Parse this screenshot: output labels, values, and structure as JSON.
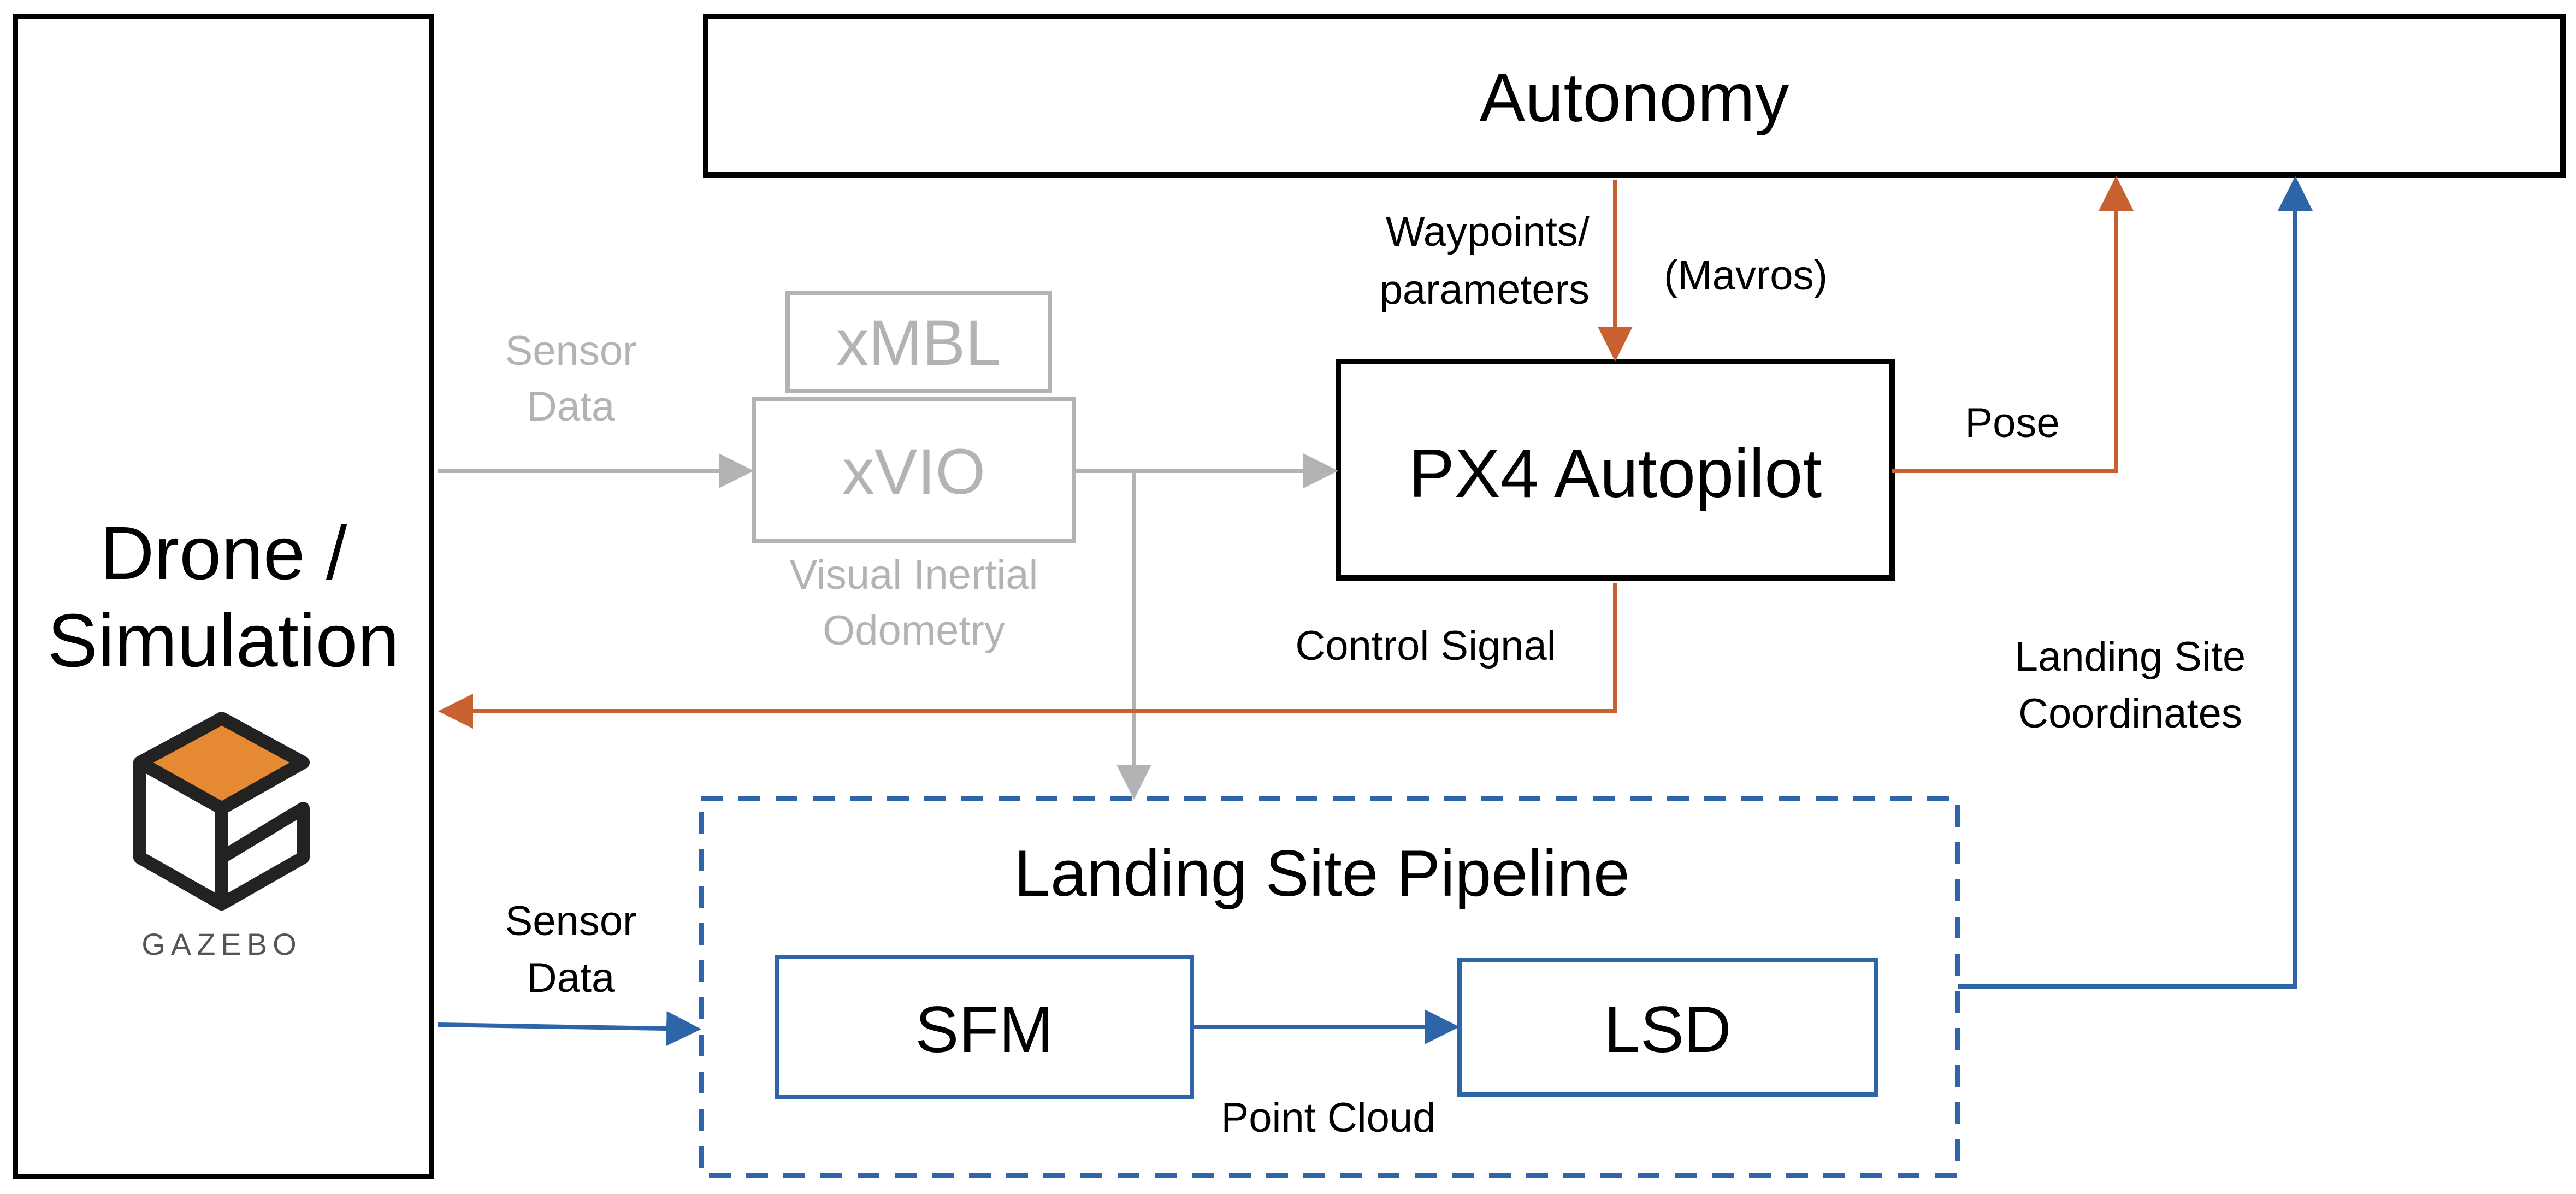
{
  "blocks": {
    "drone": {
      "line1": "Drone /",
      "line2": "Simulation"
    },
    "autonomy": "Autonomy",
    "xmbl": "xMBL",
    "xvio": "xVIO",
    "xvio_caption": {
      "line1": "Visual Inertial",
      "line2": "Odometry"
    },
    "px4": "PX4 Autopilot",
    "pipeline_title": "Landing Site Pipeline",
    "sfm": "SFM",
    "lsd": "LSD"
  },
  "labels": {
    "sensor_data_grey": {
      "line1": "Sensor",
      "line2": "Data"
    },
    "sensor_data_blue": {
      "line1": "Sensor",
      "line2": "Data"
    },
    "waypoints": {
      "line1": "Waypoints/",
      "line2": "parameters"
    },
    "mavros": "(Mavros)",
    "pose": "Pose",
    "control_signal": "Control Signal",
    "landing_coords": {
      "line1": "Landing Site",
      "line2": "Coordinates"
    },
    "point_cloud": "Point Cloud"
  },
  "logo": {
    "text": "GAZEBO",
    "icon": "gazebo-logo-icon"
  },
  "colors": {
    "control": "#c9602f",
    "landing": "#2e65a8",
    "inactive": "#b3b3b3",
    "gazebo_orange": "#e58a33"
  }
}
